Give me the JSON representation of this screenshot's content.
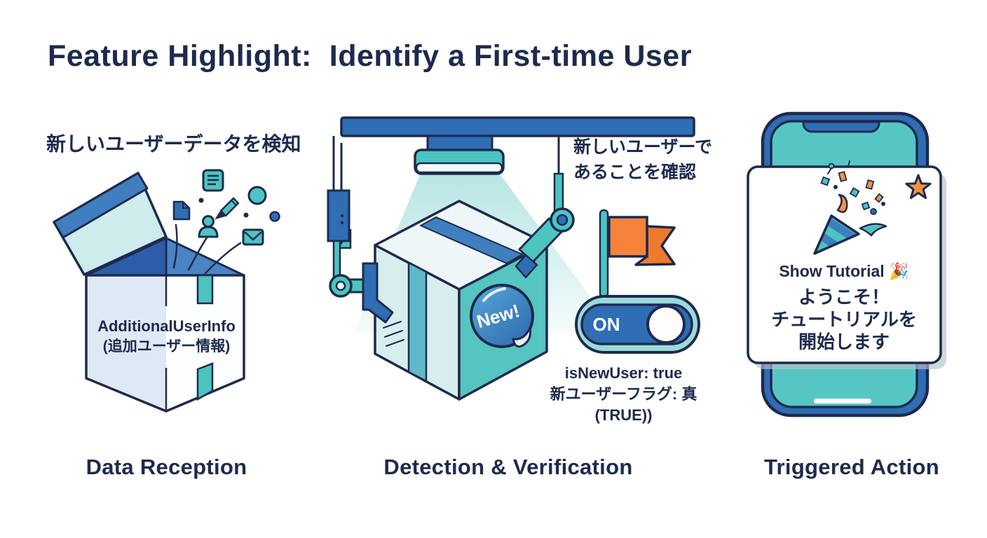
{
  "title": "Feature Highlight:  Identify a First-time User",
  "colors": {
    "navy": "#1e2a4e",
    "blue": "#2f6db4",
    "teal": "#4cc4c0",
    "pale_teal": "#d8eeee",
    "light_blue": "#dfe9f5",
    "orange": "#f5833c",
    "background": "#ffffff"
  },
  "steps": [
    {
      "caption": "新しいユーザーデータを検知",
      "box_label": {
        "line1": "AdditionalUserInfo",
        "line2": "(追加ユーザー情報)"
      },
      "flying_icons": [
        "note-icon",
        "file-icon",
        "pencil-icon",
        "circle-icon",
        "person-icon",
        "mail-icon"
      ],
      "label": "Data Reception"
    },
    {
      "caption": {
        "line1": "新しいユーザーで",
        "line2": "あることを確認"
      },
      "sticker_label": "New!",
      "toggle_label": "ON",
      "status": {
        "line1": "isNewUser: true",
        "line2": "新ユーザーフラグ: 真",
        "line3": "(TRUE))"
      },
      "label": "Detection & Verification"
    },
    {
      "card": {
        "title": "Show Tutorial 🎉",
        "line1": "ようこそ！",
        "line2": "チュートリアルを",
        "line3": "開始します"
      },
      "label": "Triggered Action"
    }
  ]
}
